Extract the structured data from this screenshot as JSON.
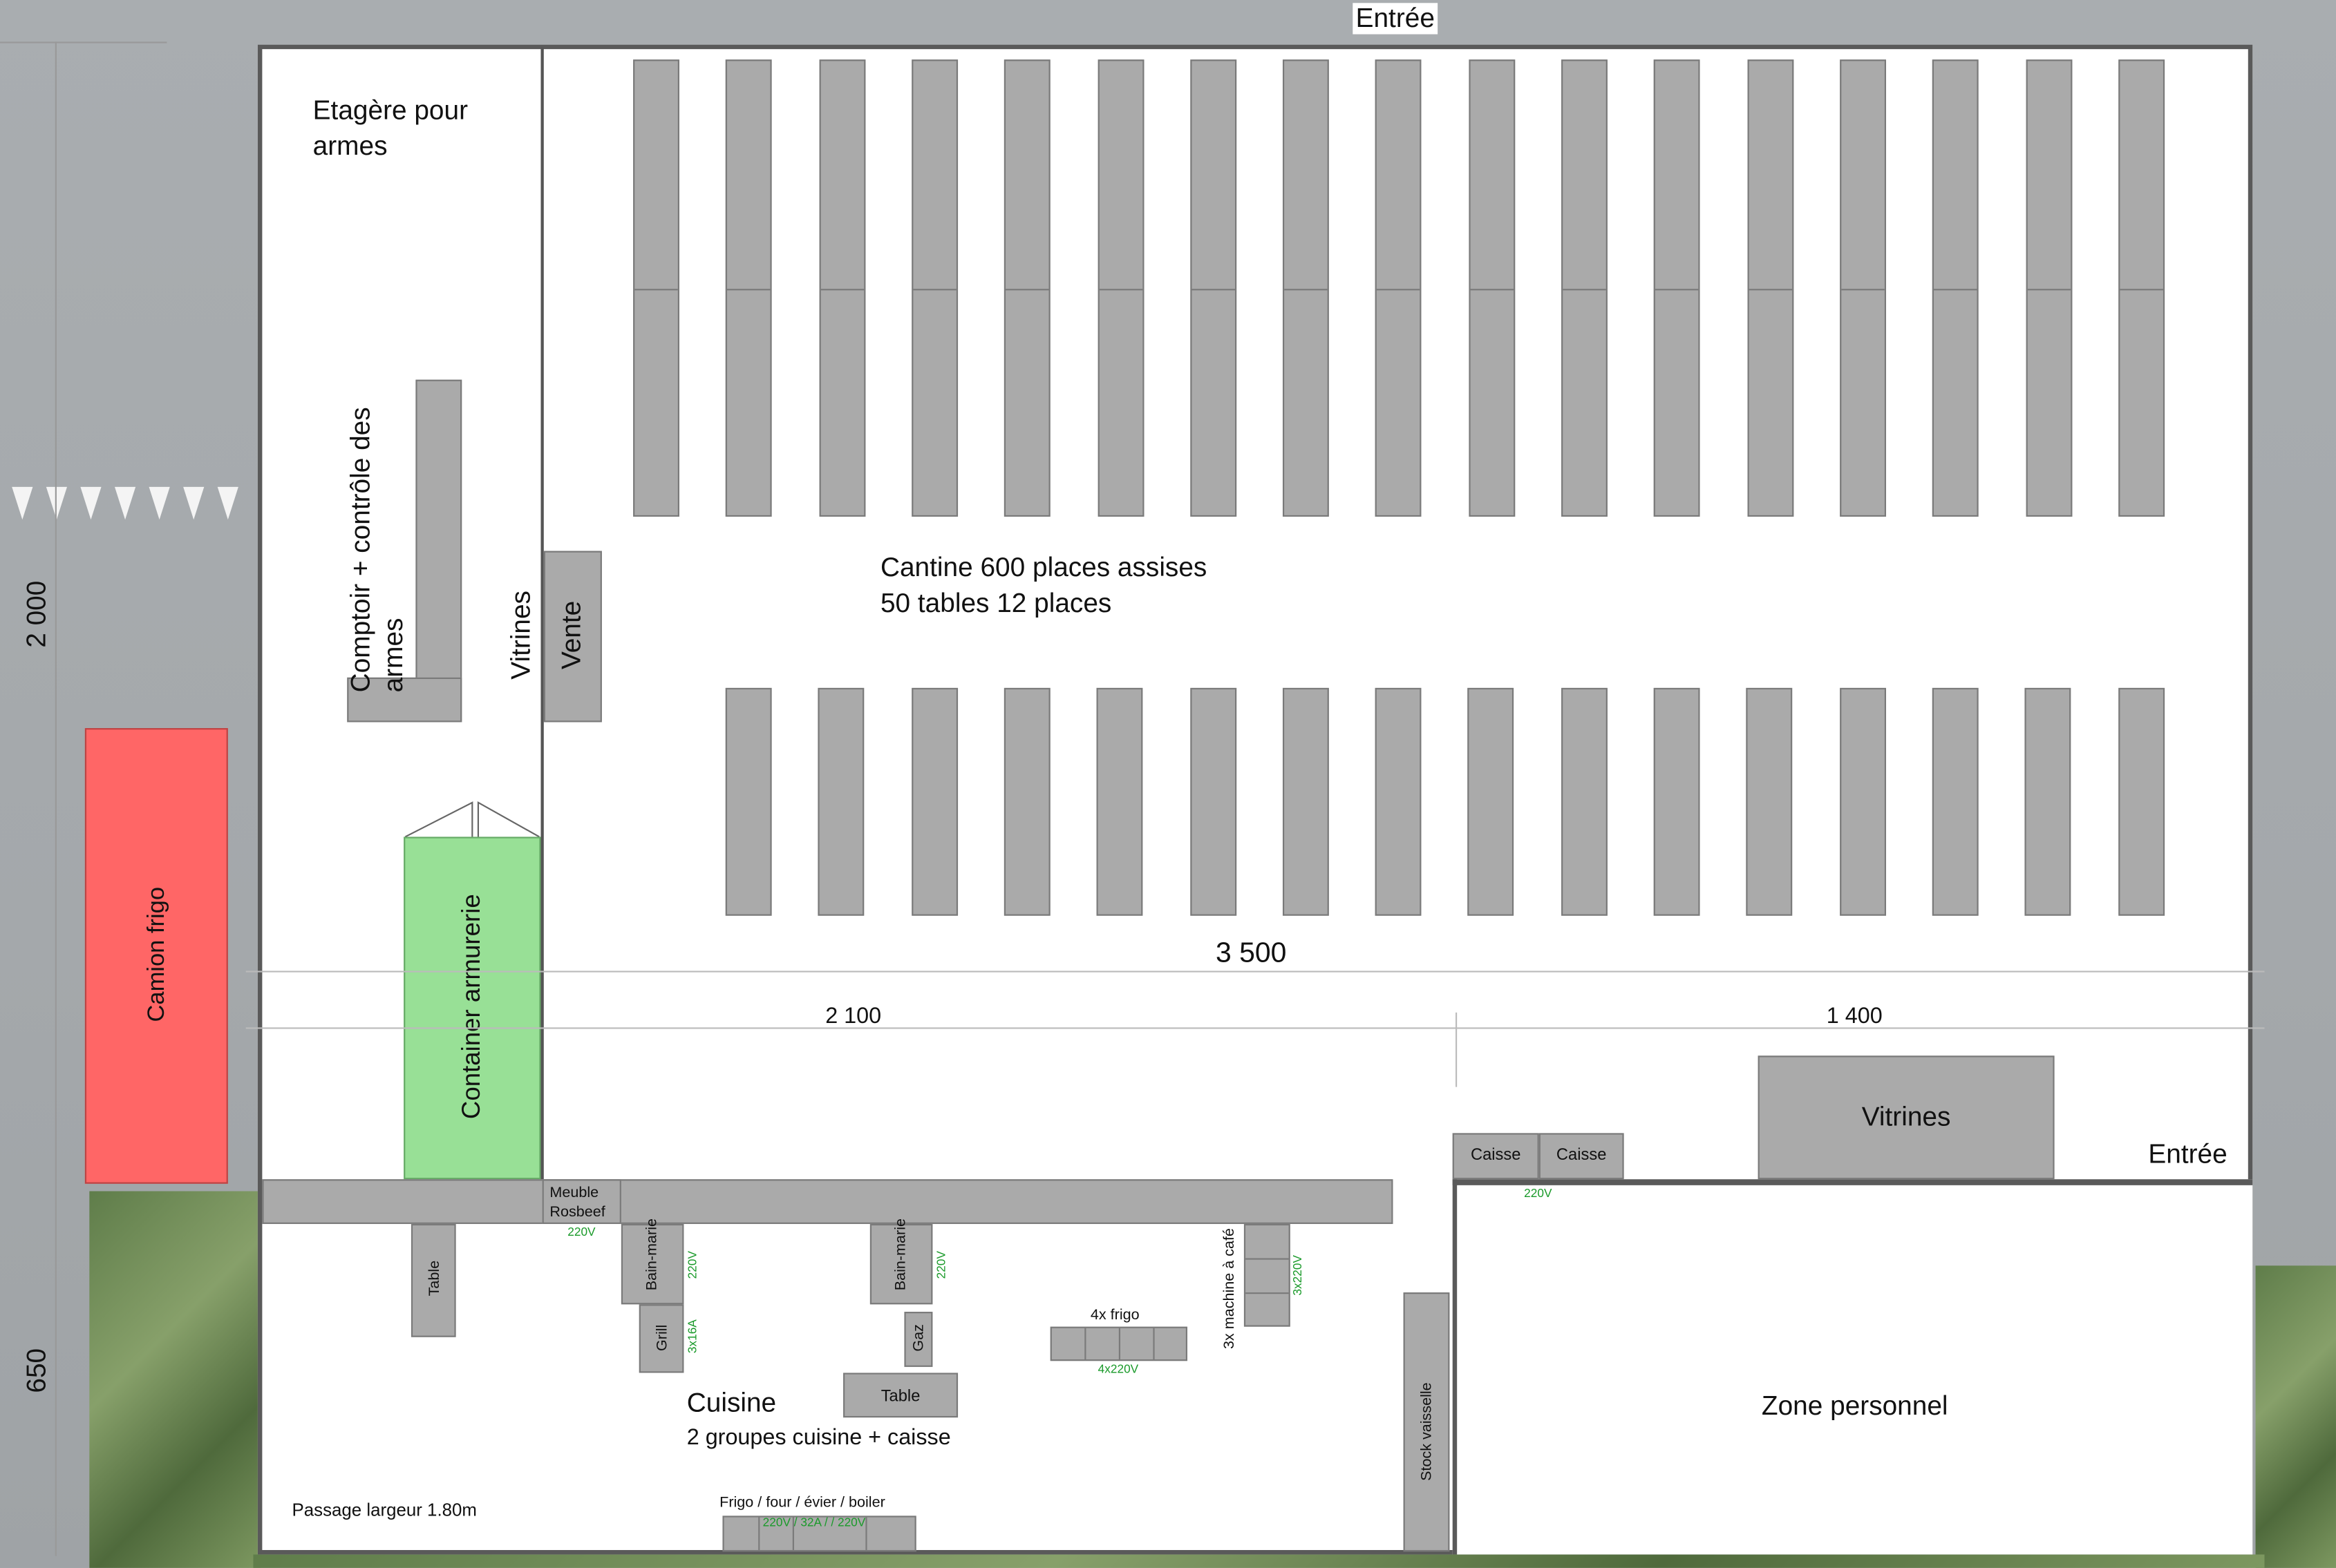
{
  "labels": {
    "entree_top": "Entrée",
    "entree_right": "Entrée",
    "etagere": "Etagère pour armes",
    "comptoir": "Comptoir + contrôle des armes",
    "vitrines_left": "Vitrines",
    "vente": "Vente",
    "cantine_line1": "Cantine 600 places assises",
    "cantine_line2": "50 tables 12 places",
    "container": "Container armurerie",
    "camion": "Camion frigo",
    "vitrines_right": "Vitrines",
    "caisse1": "Caisse",
    "caisse2": "Caisse",
    "caisse_power": "220V",
    "zone_personnel": "Zone personnel",
    "meuble": "Meuble Rosbeef",
    "meuble_power": "220V",
    "table_left": "Table",
    "bain_marie1": "Bain-marie",
    "bain_marie1_power": "220V",
    "grill": "Grill",
    "grill_power": "3x16A",
    "bain_marie2": "Bain-marie",
    "bain_marie2_power": "220V",
    "gaz": "Gaz",
    "table_center": "Table",
    "frigo4": "4x frigo",
    "frigo4_power": "4x220V",
    "cafe": "3x machine à café",
    "cafe_power": "3x220V",
    "stock": "Stock vaisselle",
    "cuisine": "Cuisine",
    "cuisine_sub": "2 groupes cuisine + caisse",
    "passage": "Passage largeur 1.80m",
    "frigo_four": "Frigo / four / évier / boiler",
    "frigo_four_power": "220V / 32A / / 220V"
  },
  "dimensions": {
    "height_main": "2 000",
    "height_kitchen": "650",
    "width_total": "3 500",
    "width_left": "2 100",
    "width_right": "1 400"
  },
  "tables": {
    "top_row_count": 17,
    "bottom_row_count": 16
  },
  "colors": {
    "camion": "#ff6666",
    "container": "#98e096",
    "furniture": "#aaaaaa",
    "power": "#1a9a2a"
  }
}
